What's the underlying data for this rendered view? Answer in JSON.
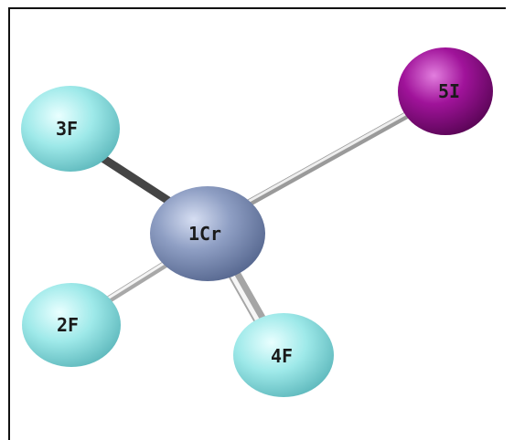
{
  "colors": {
    "background": "#ffffff",
    "frame": "#111111",
    "chromium": "#8f9fc4",
    "fluorine": "#9ee9e9",
    "iodine": "#a0139a",
    "bond_light": "#d4d4d4",
    "bond_dark": "#454545"
  },
  "molecule": {
    "atoms": [
      {
        "id": "cr1",
        "label": "1Cr",
        "element": "Cr"
      },
      {
        "id": "f2",
        "label": "2F",
        "element": "F"
      },
      {
        "id": "f3",
        "label": "3F",
        "element": "F"
      },
      {
        "id": "f4",
        "label": "4F",
        "element": "F"
      },
      {
        "id": "i5",
        "label": "5I",
        "element": "I"
      }
    ],
    "bonds": [
      {
        "from": "cr1",
        "to": "i5"
      },
      {
        "from": "cr1",
        "to": "f3"
      },
      {
        "from": "cr1",
        "to": "f2"
      },
      {
        "from": "cr1",
        "to": "f4"
      }
    ]
  }
}
